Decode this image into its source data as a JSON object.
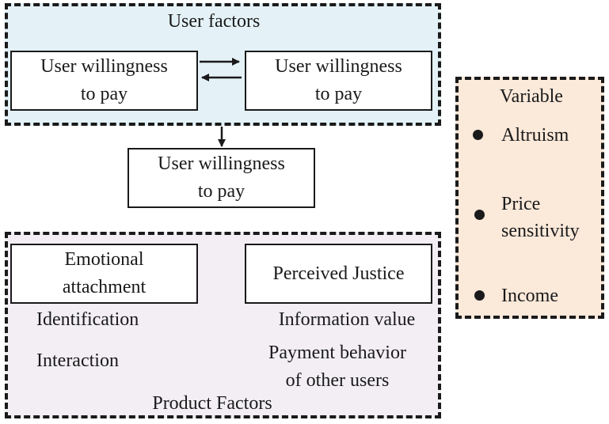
{
  "colors": {
    "user_group_fill": "#e4f2f7",
    "product_group_fill": "#f2eef4",
    "variable_group_fill": "#fbe9da",
    "stroke": "#1a1a1a"
  },
  "user_factors": {
    "title": "User factors",
    "left_box": {
      "line1": "User willingness",
      "line2": "to pay"
    },
    "right_box": {
      "line1": "User willingness",
      "line2": "to pay"
    }
  },
  "outcome_box": {
    "line1": "User willingness",
    "line2": "to pay"
  },
  "product_factors": {
    "title": "Product Factors",
    "emotional_box": {
      "line1": "Emotional",
      "line2": "attachment"
    },
    "justice_box": {
      "label": "Perceived Justice"
    },
    "identification": "Identification",
    "interaction": "Interaction",
    "information_value": "Information value",
    "payment_behavior": {
      "line1": "Payment behavior",
      "line2": "of other users"
    }
  },
  "variable": {
    "title": "Variable",
    "items": [
      {
        "line1": "Altruism",
        "line2": ""
      },
      {
        "line1": "Price",
        "line2": "sensitivity"
      },
      {
        "line1": "Income",
        "line2": ""
      }
    ]
  }
}
